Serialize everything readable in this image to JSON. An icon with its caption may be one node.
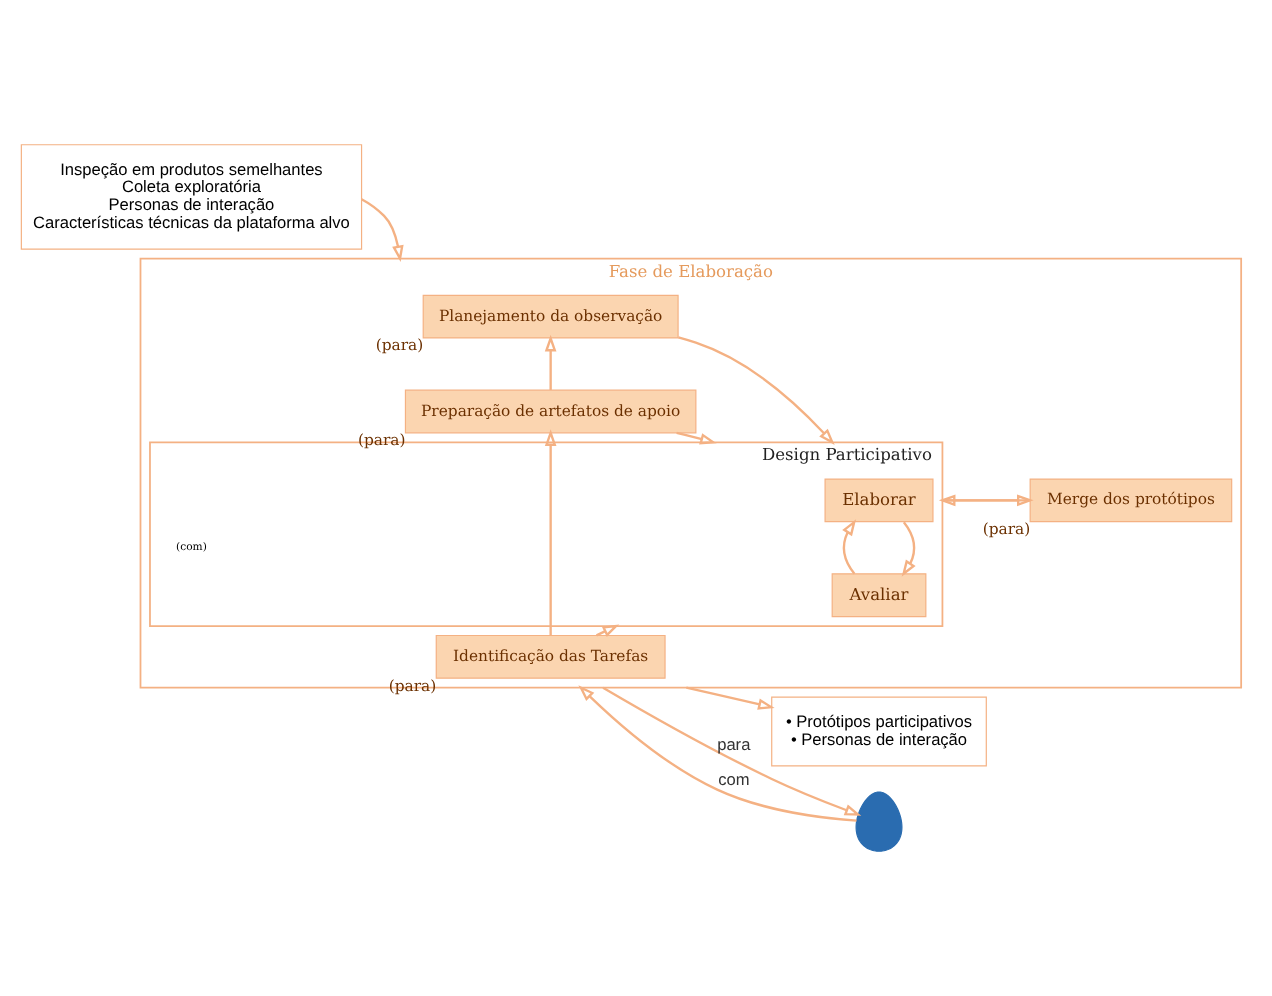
{
  "diagram": {
    "nodes": [
      {
        "text": [
          "Inspeção em produtos semelhantes",
          "Coleta exploratória",
          "Personas de interação",
          "Características técnicas da plataforma alvo"
        ]
      },
      {
        "text": [
          "Fase de Elaboração"
        ]
      },
      {
        "text": [
          "Identificação das Tarefas"
        ],
        "in": 1,
        "beside": [
          "(para)"
        ]
      },
      {
        "text": [
          "Preparação de artefatos de apoio"
        ],
        "in": 1,
        "beside": [
          "(para)"
        ]
      },
      {
        "text": [
          "Planejamento da observação"
        ],
        "in": 1,
        "beside": [
          "(para)"
        ]
      },
      {
        "text": [
          "Design Participativo"
        ],
        "in": 1,
        "beside": [
          "(com)"
        ]
      },
      {
        "text": [
          "Elaborar"
        ],
        "in": 5
      },
      {
        "text": [
          "Avaliar"
        ],
        "in": 5
      },
      {
        "text": [
          "Merge dos protótipos"
        ],
        "in": 1,
        "beside": [
          "(para)"
        ]
      },
      {
        "text": [
          "• Protótipos participativos",
          "• Personas de interação"
        ]
      },
      {
        "text": [],
        "shape": "person"
      }
    ],
    "edges": [
      {
        "from": 0,
        "to": 1,
        "arrow": "to"
      },
      {
        "from": 2,
        "to": 3,
        "arrow": "to"
      },
      {
        "from": 3,
        "to": 4,
        "arrow": "to"
      },
      {
        "from": 2,
        "to": 5,
        "arrow": "to"
      },
      {
        "from": 3,
        "to": 5,
        "arrow": "to"
      },
      {
        "from": 4,
        "to": 5,
        "arrow": "to"
      },
      {
        "from": 6,
        "to": 7,
        "arrow": "to"
      },
      {
        "from": 7,
        "to": 6,
        "arrow": "to"
      },
      {
        "from": 5,
        "to": 8,
        "arrow": "to"
      },
      {
        "from": 8,
        "to": 5,
        "arrow": "to"
      },
      {
        "from": 1,
        "to": 9,
        "arrow": "to"
      },
      {
        "from": 1,
        "to": 10,
        "label": "para",
        "arrow": "to"
      },
      {
        "from": 10,
        "to": 1,
        "label": "com",
        "arrow": "to"
      }
    ]
  }
}
